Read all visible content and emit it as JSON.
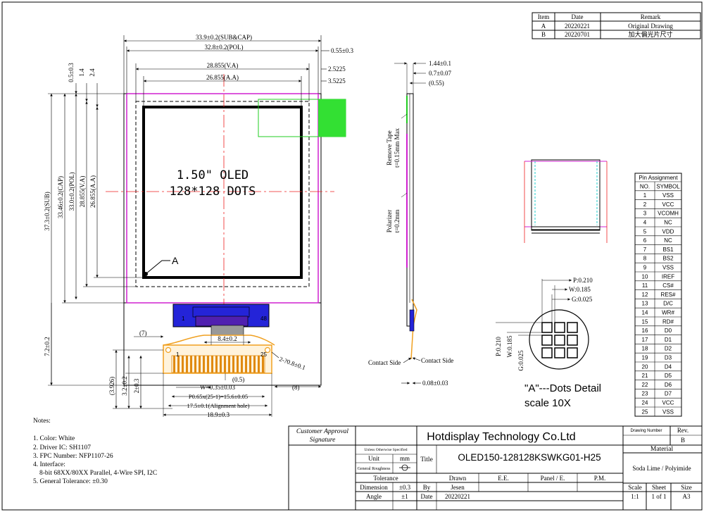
{
  "revision_table": {
    "headers": [
      "Item",
      "Date",
      "Remark"
    ],
    "rows": [
      [
        "A",
        "20220221",
        "Original Drawing"
      ],
      [
        "B",
        "20220701",
        "加大偏光片尺寸"
      ]
    ]
  },
  "dimensions": {
    "top": [
      "33.9±0.2(SUB&CAP)",
      "32.8±0.2(POL)",
      "0.55±0.3",
      "28.855(V.A)",
      "2.5225",
      "26.855(A.A)",
      "3.5225"
    ],
    "left_small": [
      "0.5±0.3",
      "1.4",
      "2.4"
    ],
    "left": [
      "37.3±0.2(SUB)",
      "33.46±0.2(CAP)",
      "33.0±0.2(POL)",
      "28.855(V.A)",
      "26.855(A.A)"
    ],
    "lower_left": [
      "7.2±0.2",
      "(7)",
      "(3.926)",
      "3.2±0.2",
      "2±0.3"
    ],
    "fpc": [
      "8.4±0.2",
      "(0.5)",
      "W=0.35±0.03",
      "P0.65x(25-1)=15.6±0.05",
      "17.5±0.1(Alignment hole)",
      "18.9±0.3",
      "2-?0.8±0.1",
      "(8)"
    ],
    "side": [
      "1.44±0.1",
      "0.7±0.07",
      "(0.55)",
      "0.08±0.03"
    ],
    "pixel_detail": [
      "P:0.210",
      "W:0.185",
      "G:0.025",
      "P:0.210",
      "W:0.185",
      "G:0.025"
    ]
  },
  "display_label": {
    "line1": "1.50\" OLED",
    "line2": "128*128 DOTS"
  },
  "marker_a": "A",
  "fpc_pins": {
    "first": "1",
    "last": "25",
    "ic_first": "1",
    "ic_last": "48"
  },
  "side_view_labels": {
    "remove_tape": [
      "Remove Tape",
      "t=0.15mm Max"
    ],
    "polarizer": [
      "Polarizer",
      "t=0.2mm"
    ],
    "contact_left": "Contact Side",
    "contact_right": "Contact Side"
  },
  "detail_caption": [
    "\"A\"---Dots Detail",
    "scale 10X"
  ],
  "pin_assignment": {
    "title": "Pin Assignment",
    "headers": [
      "NO.",
      "SYMBOL"
    ],
    "rows": [
      [
        "1",
        "VSS"
      ],
      [
        "2",
        "VCC"
      ],
      [
        "3",
        "VCOMH"
      ],
      [
        "4",
        "NC"
      ],
      [
        "5",
        "VDD"
      ],
      [
        "6",
        "NC"
      ],
      [
        "7",
        "BS1"
      ],
      [
        "8",
        "BS2"
      ],
      [
        "9",
        "VSS"
      ],
      [
        "10",
        "IREF"
      ],
      [
        "11",
        "CS#"
      ],
      [
        "12",
        "RES#"
      ],
      [
        "13",
        "D/C"
      ],
      [
        "14",
        "WR#"
      ],
      [
        "15",
        "RD#"
      ],
      [
        "16",
        "D0"
      ],
      [
        "17",
        "D1"
      ],
      [
        "18",
        "D2"
      ],
      [
        "19",
        "D3"
      ],
      [
        "20",
        "D4"
      ],
      [
        "21",
        "D5"
      ],
      [
        "22",
        "D6"
      ],
      [
        "23",
        "D7"
      ],
      [
        "24",
        "VCC"
      ],
      [
        "25",
        "VSS"
      ]
    ]
  },
  "notes": {
    "title": "Notes:",
    "items": [
      "1. Color: White",
      "2. Driver IC: SH1107",
      "3. FPC Number: NFP1107-26",
      "4. Interface:",
      "8-bit 68XX/80XX Parallel, 4-Wire SPI, I2C",
      "5. General Tolerance: ±0.30"
    ]
  },
  "title_block": {
    "customer_approval": [
      "Customer Approval",
      "Signature"
    ],
    "company": "Hotdisplay Technology Co.Ltd",
    "drawing_number_label": "Drawing Number",
    "rev_label": "Rev.",
    "rev": "B",
    "unless": "Unless Otherwise Specified",
    "unit_label": "Unit",
    "unit": "mm",
    "roughness": "General Roughness",
    "title_label": "Title",
    "title": "OLED150-128128KSWKG01-H25",
    "material_label": "Material",
    "material": "Soda Lime / Polyimide",
    "tolerance_label": "Tolerance",
    "drawn_label": "Drawn",
    "ee_label": "E.E.",
    "panel_label": "Panel / E.",
    "pm_label": "P.M.",
    "dimension_label": "Dimension",
    "dimension_tol": "±0.3",
    "by_label": "By",
    "by": "Jesen",
    "angle_label": "Angle",
    "angle_tol": "±1",
    "date_label": "Date",
    "date": "20220221",
    "scale_label": "Scale",
    "scale": "1:1",
    "sheet_label": "Sheet",
    "sheet": "1 of 1",
    "size_label": "Size",
    "size": "A3"
  },
  "colors": {
    "polarizer": "#d020d0",
    "green": "#22cc22",
    "ic": "#2222dd",
    "fpc": "#f0a020",
    "center_line": "#ee2020"
  }
}
